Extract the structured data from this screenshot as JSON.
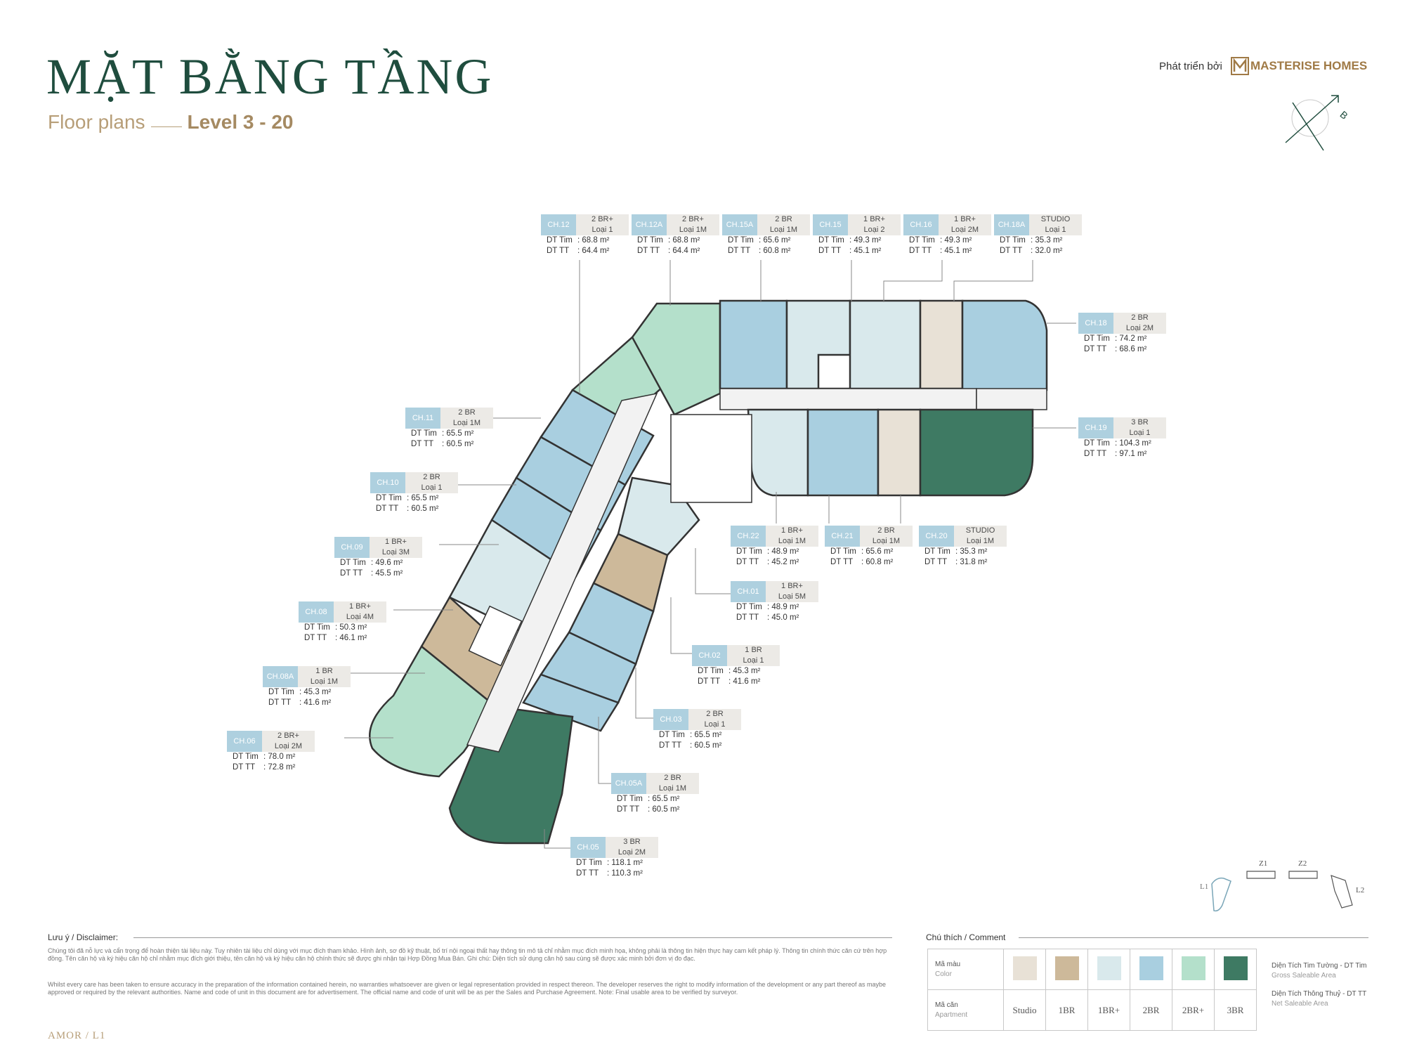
{
  "header": {
    "title": "MẶT BẰNG TẦNG",
    "subtitle": "Floor plans",
    "level": "Level 3 - 20",
    "developer_prefix": "Phát triển bởi",
    "developer_brand": "MASTERISE HOMES",
    "compass_letter": "B"
  },
  "colors": {
    "studio": "#e8e1d6",
    "1br": "#cdb99a",
    "1br_plus": "#d9e9ec",
    "2br": "#a9cfe0",
    "2br_plus": "#b4e0cb",
    "3br": "#3e7a63",
    "code_bg": "#aed0df",
    "title": "#1f4d3e",
    "accent": "#b79e78"
  },
  "units": [
    {
      "code": "CH.12",
      "type": "2 BR+",
      "sub": "Loại 1",
      "dt_tim": ": 68.8 m²",
      "dt_tt": ": 64.4 m²"
    },
    {
      "code": "CH.12A",
      "type": "2 BR+",
      "sub": "Loại 1M",
      "dt_tim": ": 68.8 m²",
      "dt_tt": ": 64.4 m²"
    },
    {
      "code": "CH.15A",
      "type": "2 BR",
      "sub": "Loại 1M",
      "dt_tim": ": 65.6 m²",
      "dt_tt": ": 60.8 m²"
    },
    {
      "code": "CH.15",
      "type": "1 BR+",
      "sub": "Loại 2",
      "dt_tim": ": 49.3 m²",
      "dt_tt": ": 45.1 m²"
    },
    {
      "code": "CH.16",
      "type": "1 BR+",
      "sub": "Loại 2M",
      "dt_tim": ": 49.3 m²",
      "dt_tt": ": 45.1 m²"
    },
    {
      "code": "CH.18A",
      "type": "STUDIO",
      "sub": "Loại 1",
      "dt_tim": ": 35.3 m²",
      "dt_tt": ": 32.0 m²"
    },
    {
      "code": "CH.18",
      "type": "2 BR",
      "sub": "Loại 2M",
      "dt_tim": ": 74.2 m²",
      "dt_tt": ": 68.6 m²"
    },
    {
      "code": "CH.19",
      "type": "3 BR",
      "sub": "Loại 1",
      "dt_tim": ": 104.3 m²",
      "dt_tt": ": 97.1 m²"
    },
    {
      "code": "CH.11",
      "type": "2 BR",
      "sub": "Loại 1M",
      "dt_tim": ": 65.5 m²",
      "dt_tt": ": 60.5 m²"
    },
    {
      "code": "CH.10",
      "type": "2 BR",
      "sub": "Loại 1",
      "dt_tim": ": 65.5 m²",
      "dt_tt": ": 60.5 m²"
    },
    {
      "code": "CH.09",
      "type": "1 BR+",
      "sub": "Loại 3M",
      "dt_tim": ": 49.6 m²",
      "dt_tt": ": 45.5 m²"
    },
    {
      "code": "CH.08",
      "type": "1 BR+",
      "sub": "Loại 4M",
      "dt_tim": ": 50.3 m²",
      "dt_tt": ": 46.1 m²"
    },
    {
      "code": "CH.08A",
      "type": "1 BR",
      "sub": "Loại 1M",
      "dt_tim": ": 45.3 m²",
      "dt_tt": ": 41.6 m²"
    },
    {
      "code": "CH.06",
      "type": "2 BR+",
      "sub": "Loại 2M",
      "dt_tim": ": 78.0 m²",
      "dt_tt": ": 72.8 m²"
    },
    {
      "code": "CH.22",
      "type": "1 BR+",
      "sub": "Loại 1M",
      "dt_tim": ": 48.9 m²",
      "dt_tt": ": 45.2 m²"
    },
    {
      "code": "CH.21",
      "type": "2 BR",
      "sub": "Loại 1M",
      "dt_tim": ": 65.6 m²",
      "dt_tt": ": 60.8 m²"
    },
    {
      "code": "CH.20",
      "type": "STUDIO",
      "sub": "Loại 1M",
      "dt_tim": ": 35.3 m²",
      "dt_tt": ": 31.8 m²"
    },
    {
      "code": "CH.01",
      "type": "1 BR+",
      "sub": "Loại 5M",
      "dt_tim": ": 48.9 m²",
      "dt_tt": ": 45.0 m²"
    },
    {
      "code": "CH.02",
      "type": "1 BR",
      "sub": "Loại 1",
      "dt_tim": ": 45.3 m²",
      "dt_tt": ": 41.6 m²"
    },
    {
      "code": "CH.03",
      "type": "2 BR",
      "sub": "Loại 1",
      "dt_tim": ": 65.5 m²",
      "dt_tt": ": 60.5 m²"
    },
    {
      "code": "CH.05A",
      "type": "2 BR",
      "sub": "Loại 1M",
      "dt_tim": ": 65.5 m²",
      "dt_tt": ": 60.5 m²"
    },
    {
      "code": "CH.05",
      "type": "3 BR",
      "sub": "Loại 2M",
      "dt_tim": ": 118.1 m²",
      "dt_tt": ": 110.3 m²"
    }
  ],
  "labels": {
    "dt_tim": "DT Tim",
    "dt_tt": "DT TT"
  },
  "keymap": {
    "l1": "L1",
    "z1": "Z1",
    "z2": "Z2",
    "l2": "L2"
  },
  "disclaimer": {
    "heading": "Lưu ý / Disclaimer:",
    "vn": "Chúng tôi đã nỗ lực và cẩn trọng để hoàn thiện tài liệu này. Tuy nhiên tài liệu chỉ dùng với mục đích tham khảo. Hình ảnh, sơ đồ kỹ thuật, bố trí nội ngoại thất hay thông tin mô tả chỉ nhằm mục đích minh họa, không phải là thông tin hiện thực hay cam kết pháp lý. Thông tin chính thức căn cứ trên hợp đồng. Tên căn hộ và ký hiệu căn hộ chỉ nhằm mục đích giới thiệu, tên căn hộ và ký hiệu căn hộ chính thức sẽ được ghi nhận tại Hợp Đồng Mua Bán. Ghi chú: Diện tích sử dụng căn hộ sau cùng sẽ được xác minh bởi đơn vị đo đạc.",
    "en": "Whilst every care has been taken to ensure accuracy in the preparation of the information contained herein, no warranties whatsoever are given or legal representation provided in respect thereon. The developer reserves the right to modify information of the development or any part thereof as maybe approved or required by the relevant authorities. Name and code of unit in this document are for advertisement. The official name and code of unit will be as per the Sales and Purchase Agreement. Note: Final usable area to be verified by surveyor."
  },
  "comment": {
    "heading": "Chú thích / Comment",
    "color_label": "Mã màu",
    "color_sub": "Color",
    "apt_label": "Mã căn",
    "apt_sub": "Apartment",
    "types": [
      "Studio",
      "1BR",
      "1BR+",
      "2BR",
      "2BR+",
      "3BR"
    ],
    "gross_label": "Diện Tích Tim Tường - DT Tim",
    "gross_sub": "Gross Saleable Area",
    "net_label": "Diện Tích Thông Thuỷ - DT TT",
    "net_sub": "Net Saleable Area"
  },
  "footer": "AMOR / L1"
}
